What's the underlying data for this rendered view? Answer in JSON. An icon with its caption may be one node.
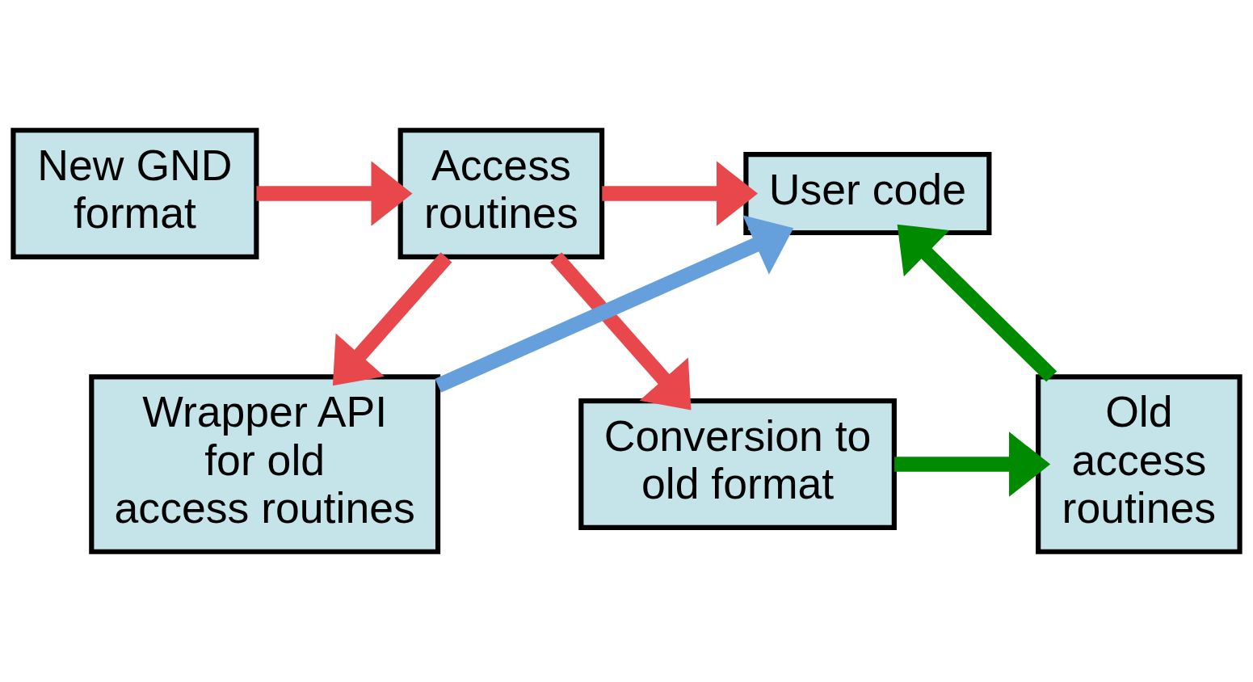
{
  "diagram": {
    "nodes": [
      {
        "text": [
          "New GND format"
        ]
      },
      {
        "text": [
          "Access routines"
        ]
      },
      {
        "text": [
          "User code"
        ]
      },
      {
        "text": [
          "Wrapper API for old access routines"
        ]
      },
      {
        "text": [
          "Conversion to old format"
        ]
      },
      {
        "text": [
          "Old access routines"
        ]
      }
    ],
    "edges": [
      {
        "from": 0,
        "to": 1,
        "arrow": "to"
      },
      {
        "from": 1,
        "to": 2,
        "arrow": "to"
      },
      {
        "from": 1,
        "to": 3,
        "arrow": "to"
      },
      {
        "from": 1,
        "to": 4,
        "arrow": "to"
      },
      {
        "from": 3,
        "to": 2,
        "arrow": "to",
        "color": "#659fdc"
      },
      {
        "from": 4,
        "to": 5,
        "arrow": "to",
        "color": "#008a00"
      },
      {
        "from": 5,
        "to": 2,
        "arrow": "to",
        "color": "#008a00"
      }
    ]
  }
}
